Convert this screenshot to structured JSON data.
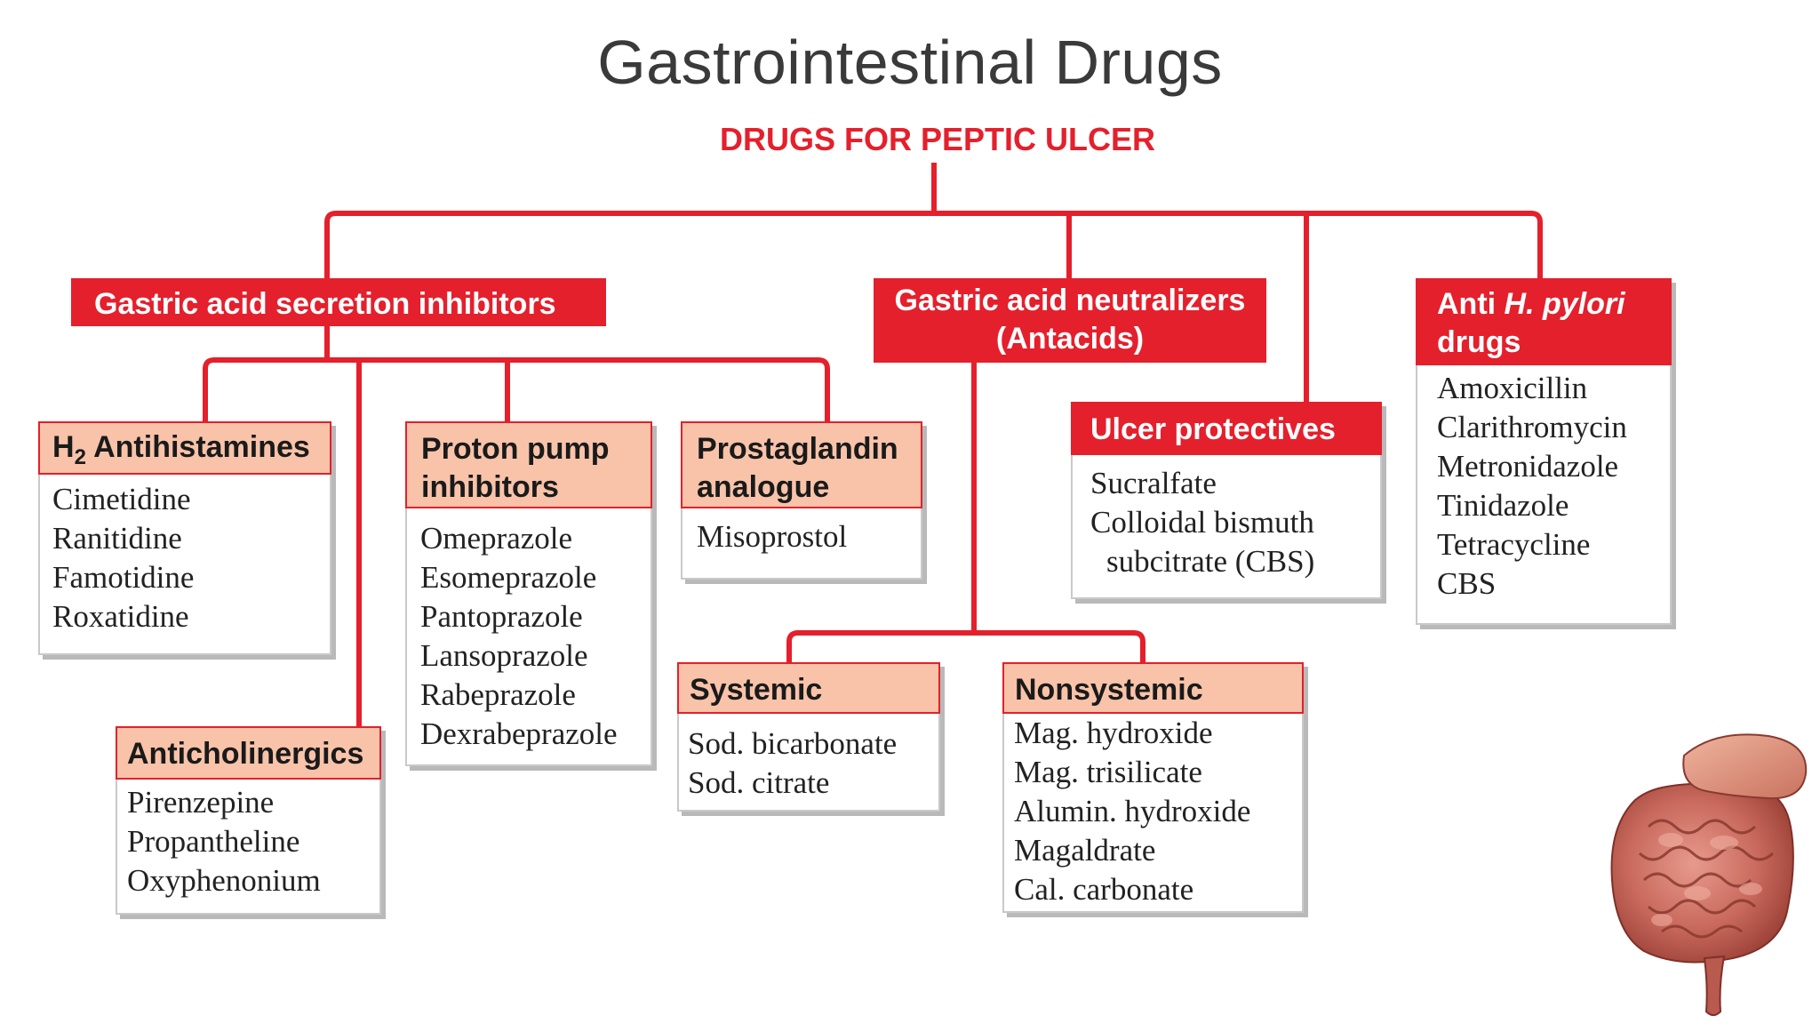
{
  "title": "Gastrointestinal Drugs",
  "root": "DRUGS FOR PEPTIC ULCER",
  "colors": {
    "accent_red": "#e4202c",
    "header_peach": "#f8c3a9",
    "title_gray": "#3a3a3a"
  },
  "categories": {
    "secretion_inhibitors": "Gastric acid secretion inhibitors",
    "neutralizers_line1": "Gastric acid neutralizers",
    "neutralizers_line2": "(Antacids)",
    "ulcer_protectives": "Ulcer protectives",
    "anti_hpylori_prefix": "Anti",
    "anti_hpylori_italic": "H. pylori",
    "anti_hpylori_line2": "drugs"
  },
  "groups": {
    "h2": {
      "title_prefix": "H",
      "title_sub": "2",
      "title_rest": "Antihistamines",
      "items": [
        "Cimetidine",
        "Ranitidine",
        "Famotidine",
        "Roxatidine"
      ]
    },
    "ppi": {
      "title_line1": "Proton pump",
      "title_line2": "inhibitors",
      "items": [
        "Omeprazole",
        "Esomeprazole",
        "Pantoprazole",
        "Lansoprazole",
        "Rabeprazole",
        "Dexrabeprazole"
      ]
    },
    "prostaglandin": {
      "title_line1": "Prostaglandin",
      "title_line2": "analogue",
      "items": [
        "Misoprostol"
      ]
    },
    "anticholinergics": {
      "title": "Anticholinergics",
      "items": [
        "Pirenzepine",
        "Propantheline",
        "Oxyphenonium"
      ]
    },
    "systemic": {
      "title": "Systemic",
      "items": [
        "Sod. bicarbonate",
        "Sod. citrate"
      ]
    },
    "nonsystemic": {
      "title": "Nonsystemic",
      "items": [
        "Mag. hydroxide",
        "Mag. trisilicate",
        "Alumin. hydroxide",
        "Magaldrate",
        "Cal. carbonate"
      ]
    },
    "ulcer_protectives": {
      "items": [
        "Sucralfate",
        "Colloidal bismuth",
        "subcitrate (CBS)"
      ]
    },
    "anti_hpylori": {
      "items": [
        "Amoxicillin",
        "Clarithromycin",
        "Metronidazole",
        "Tinidazole",
        "Tetracycline",
        "CBS"
      ]
    }
  },
  "illustration": "intestines-illustration"
}
